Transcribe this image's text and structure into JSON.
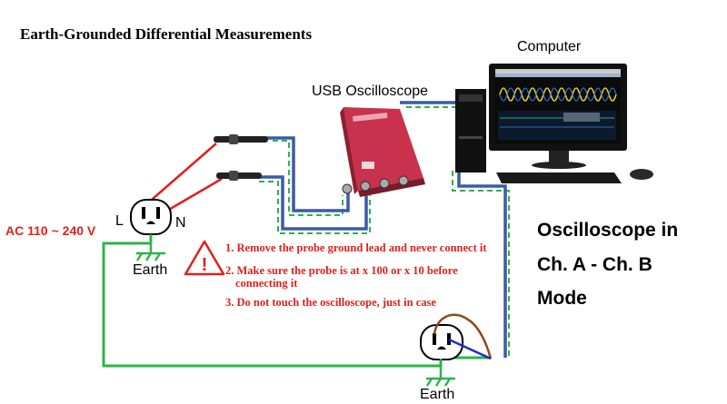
{
  "title": "Earth-Grounded Differential Measurements",
  "labels": {
    "computer": "Computer",
    "oscilloscope": "USB Oscilloscope",
    "line": "L",
    "neutral": "N",
    "ac_source": "AC 110 ~ 240 V",
    "earth_left": "Earth",
    "earth_right": "Earth"
  },
  "warnings": [
    "1. Remove the probe ground lead and never connect it",
    "2. Make sure the probe is at x 100 or x 10 before",
    "connecting it",
    "3. Do not touch the oscilloscope, just in case"
  ],
  "mode_text": [
    "Oscilloscope in",
    "Ch. A - Ch. B",
    "Mode"
  ],
  "colors": {
    "probe_wire": "#e0201b",
    "usb_wire": "#3c5aa8",
    "earth_wire": "#2db34a",
    "scope_body": "#c8324c",
    "warning_text": "#e0201b",
    "neutral_wire": "#8b4a1e",
    "line_wire": "#1a2fbf"
  },
  "icons": [
    "warning-triangle-icon",
    "earth-ground-icon",
    "outlet-icon",
    "probe-icon",
    "oscilloscope-device-icon",
    "computer-icon"
  ]
}
